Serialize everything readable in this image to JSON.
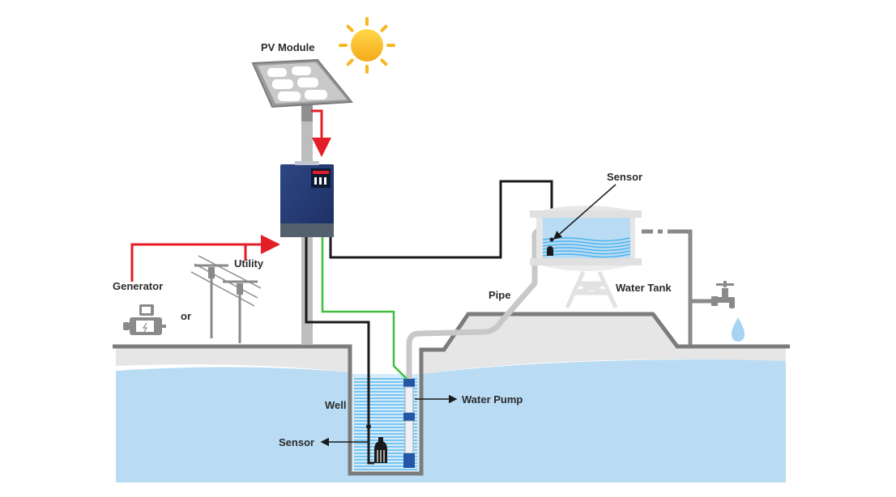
{
  "title": "Solar Water Pumping System",
  "labels": {
    "pv_module": "PV Module",
    "utility": "Utility",
    "generator": "Generator",
    "or": "or",
    "sensor_tank": "Sensor",
    "water_tank": "Water Tank",
    "pipe": "Pipe",
    "well": "Well",
    "sensor_well": "Sensor",
    "water_pump": "Water Pump"
  },
  "colors": {
    "power_line": "#e41e26",
    "signal_line": "#1a1a1a",
    "pump_line": "#3fbf3f",
    "ground": "#7c7c7c",
    "soil": "#e6e6e6",
    "groundwater": "#b9dcf4",
    "water_lines": "#4fb3ec",
    "inverter": "#253a73",
    "sun": "#f6b81f",
    "pipe": "#c8c8c8"
  }
}
